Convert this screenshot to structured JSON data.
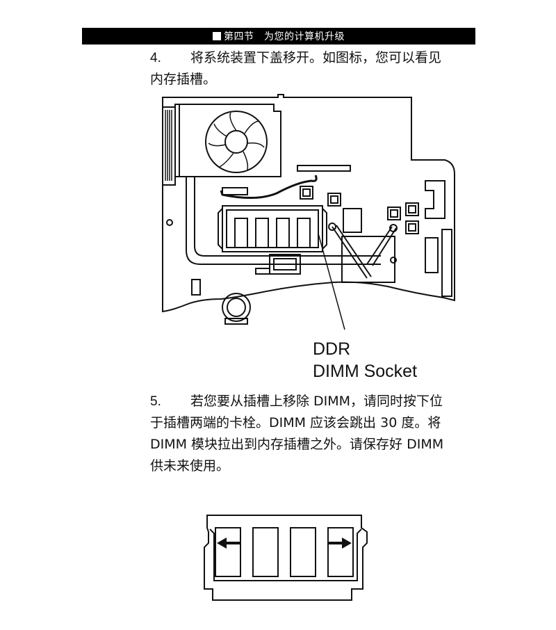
{
  "header": {
    "section_title": "第四节　为您的计算机升级"
  },
  "step4": {
    "number": "4.",
    "line1": "将系统装置下盖移开。如图标，您可以看见",
    "line2": "内存插槽。"
  },
  "figure1": {
    "label_line1": "DDR",
    "label_line2": "DIMM Socket"
  },
  "step5": {
    "number": "5.",
    "line1": "若您要从插槽上移除 DIMM，请同时按下位",
    "line2": "于插槽两端的卡栓。DIMM 应该会跳出 30 度。将",
    "line3": "DIMM 模块拉出到内存插槽之外。请保存好 DIMM",
    "line4": "供未来使用。"
  }
}
